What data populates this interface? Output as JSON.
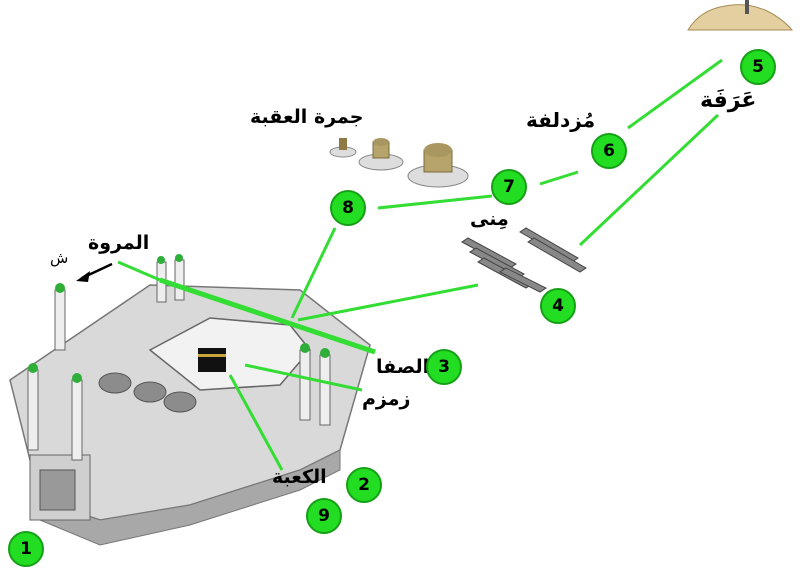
{
  "labels": {
    "arafah": "عَرَفَة",
    "muzdalifah": "مُزدلفة",
    "jamarat": "جمرة العقبة",
    "mina": "مِنى",
    "marwah": "المروة",
    "north": "ش",
    "safa": "الصفا",
    "zamzam": "زمزم",
    "kaaba": "الكعبة"
  },
  "steps": [
    "1",
    "2",
    "3",
    "4",
    "5",
    "6",
    "7",
    "8",
    "9"
  ],
  "colors": {
    "route_line": "#33dd33",
    "badge_fill": "#22dd22",
    "badge_border": "#16a016",
    "building": "#d9d9d9",
    "building_shadow": "#a8a8a8",
    "minaret_cap": "#2fae3a"
  },
  "icons": {
    "north_arrow": "arrow-icon",
    "mountain": "mountain-icon",
    "tents": "tent-icon",
    "pillars": "pillar-icon"
  }
}
